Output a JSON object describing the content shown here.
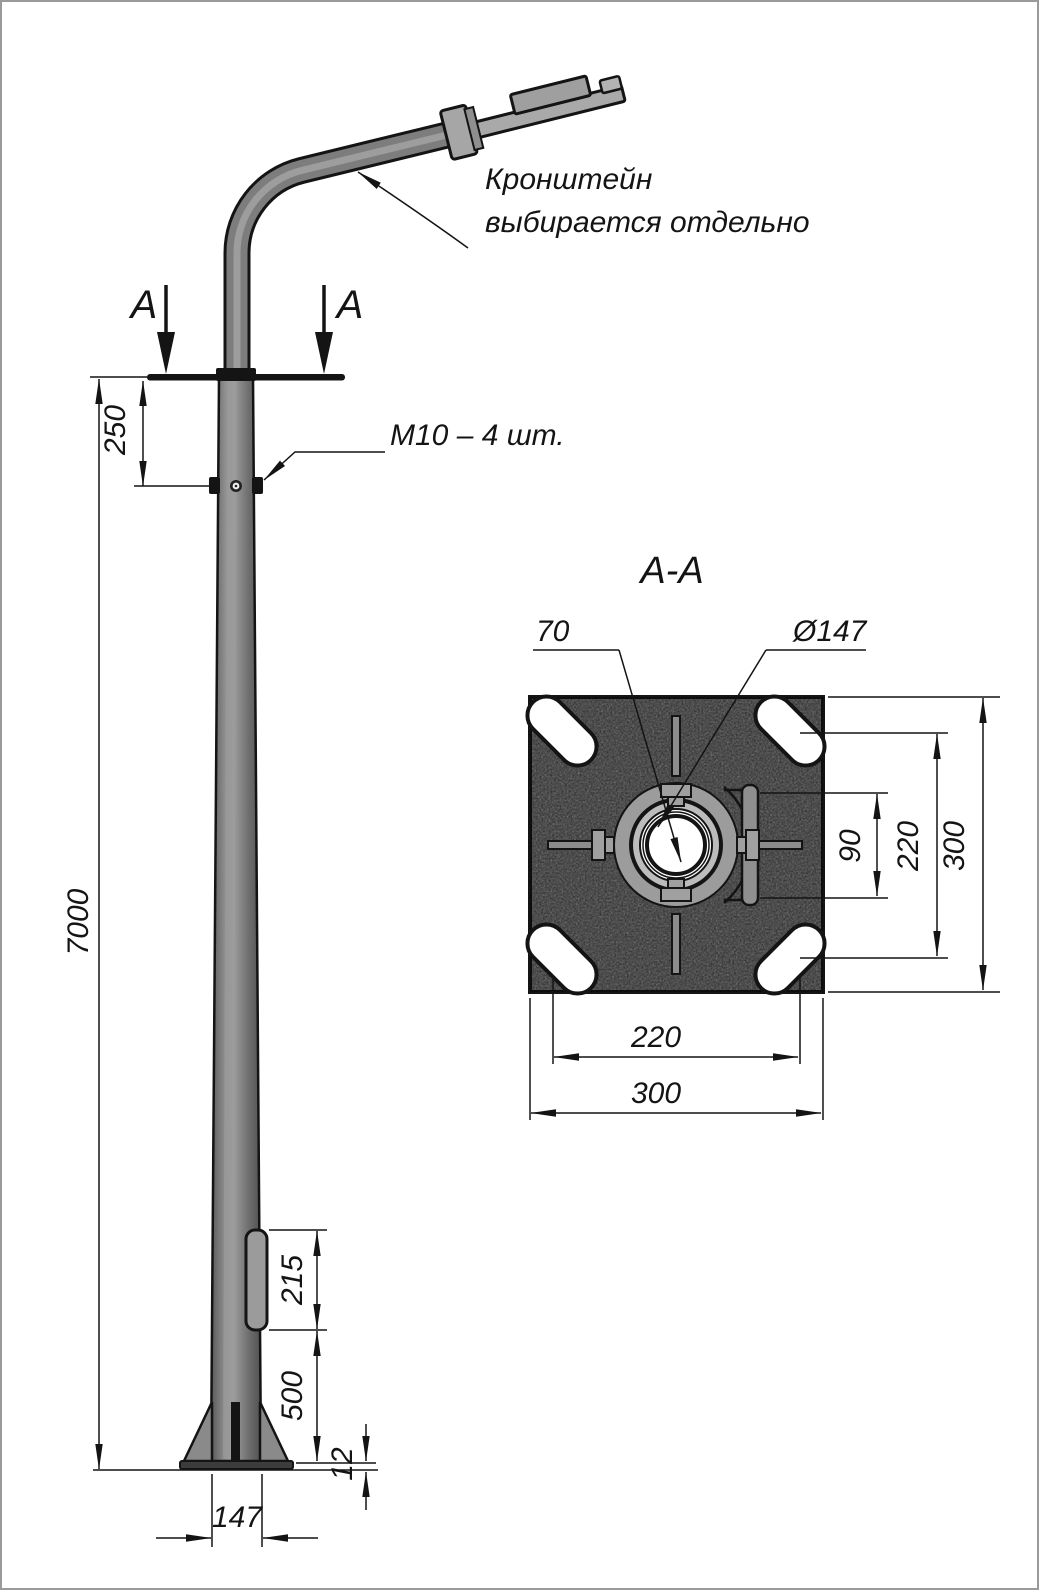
{
  "notes": {
    "bracket_line1": "Кронштейн",
    "bracket_line2": "выбирается отдельно",
    "bolts": "М10 – 4 шт."
  },
  "section": {
    "title": "А-А",
    "cut_label_left": "А",
    "cut_label_right": "А"
  },
  "dimensions": {
    "pole_height": "7000",
    "top_offset": "250",
    "hatch_height": "215",
    "hatch_bottom_offset": "500",
    "base_plate_thickness": "12",
    "pole_base_diameter": "147",
    "center_hole": "70",
    "flange_diameter": "Ø147",
    "hatch_opening": "90",
    "bolt_spacing_vertical": "220",
    "plate_size_vertical": "300",
    "bolt_spacing_horizontal": "220",
    "plate_size_horizontal": "300"
  },
  "colors": {
    "line": "#141414",
    "pole_gray": "#7d7d7d",
    "plate_gray": "#6e6e6e",
    "flange_gray": "#9c9c9c",
    "luminaire_gray": "#a6a6a6",
    "background": "#ffffff"
  }
}
